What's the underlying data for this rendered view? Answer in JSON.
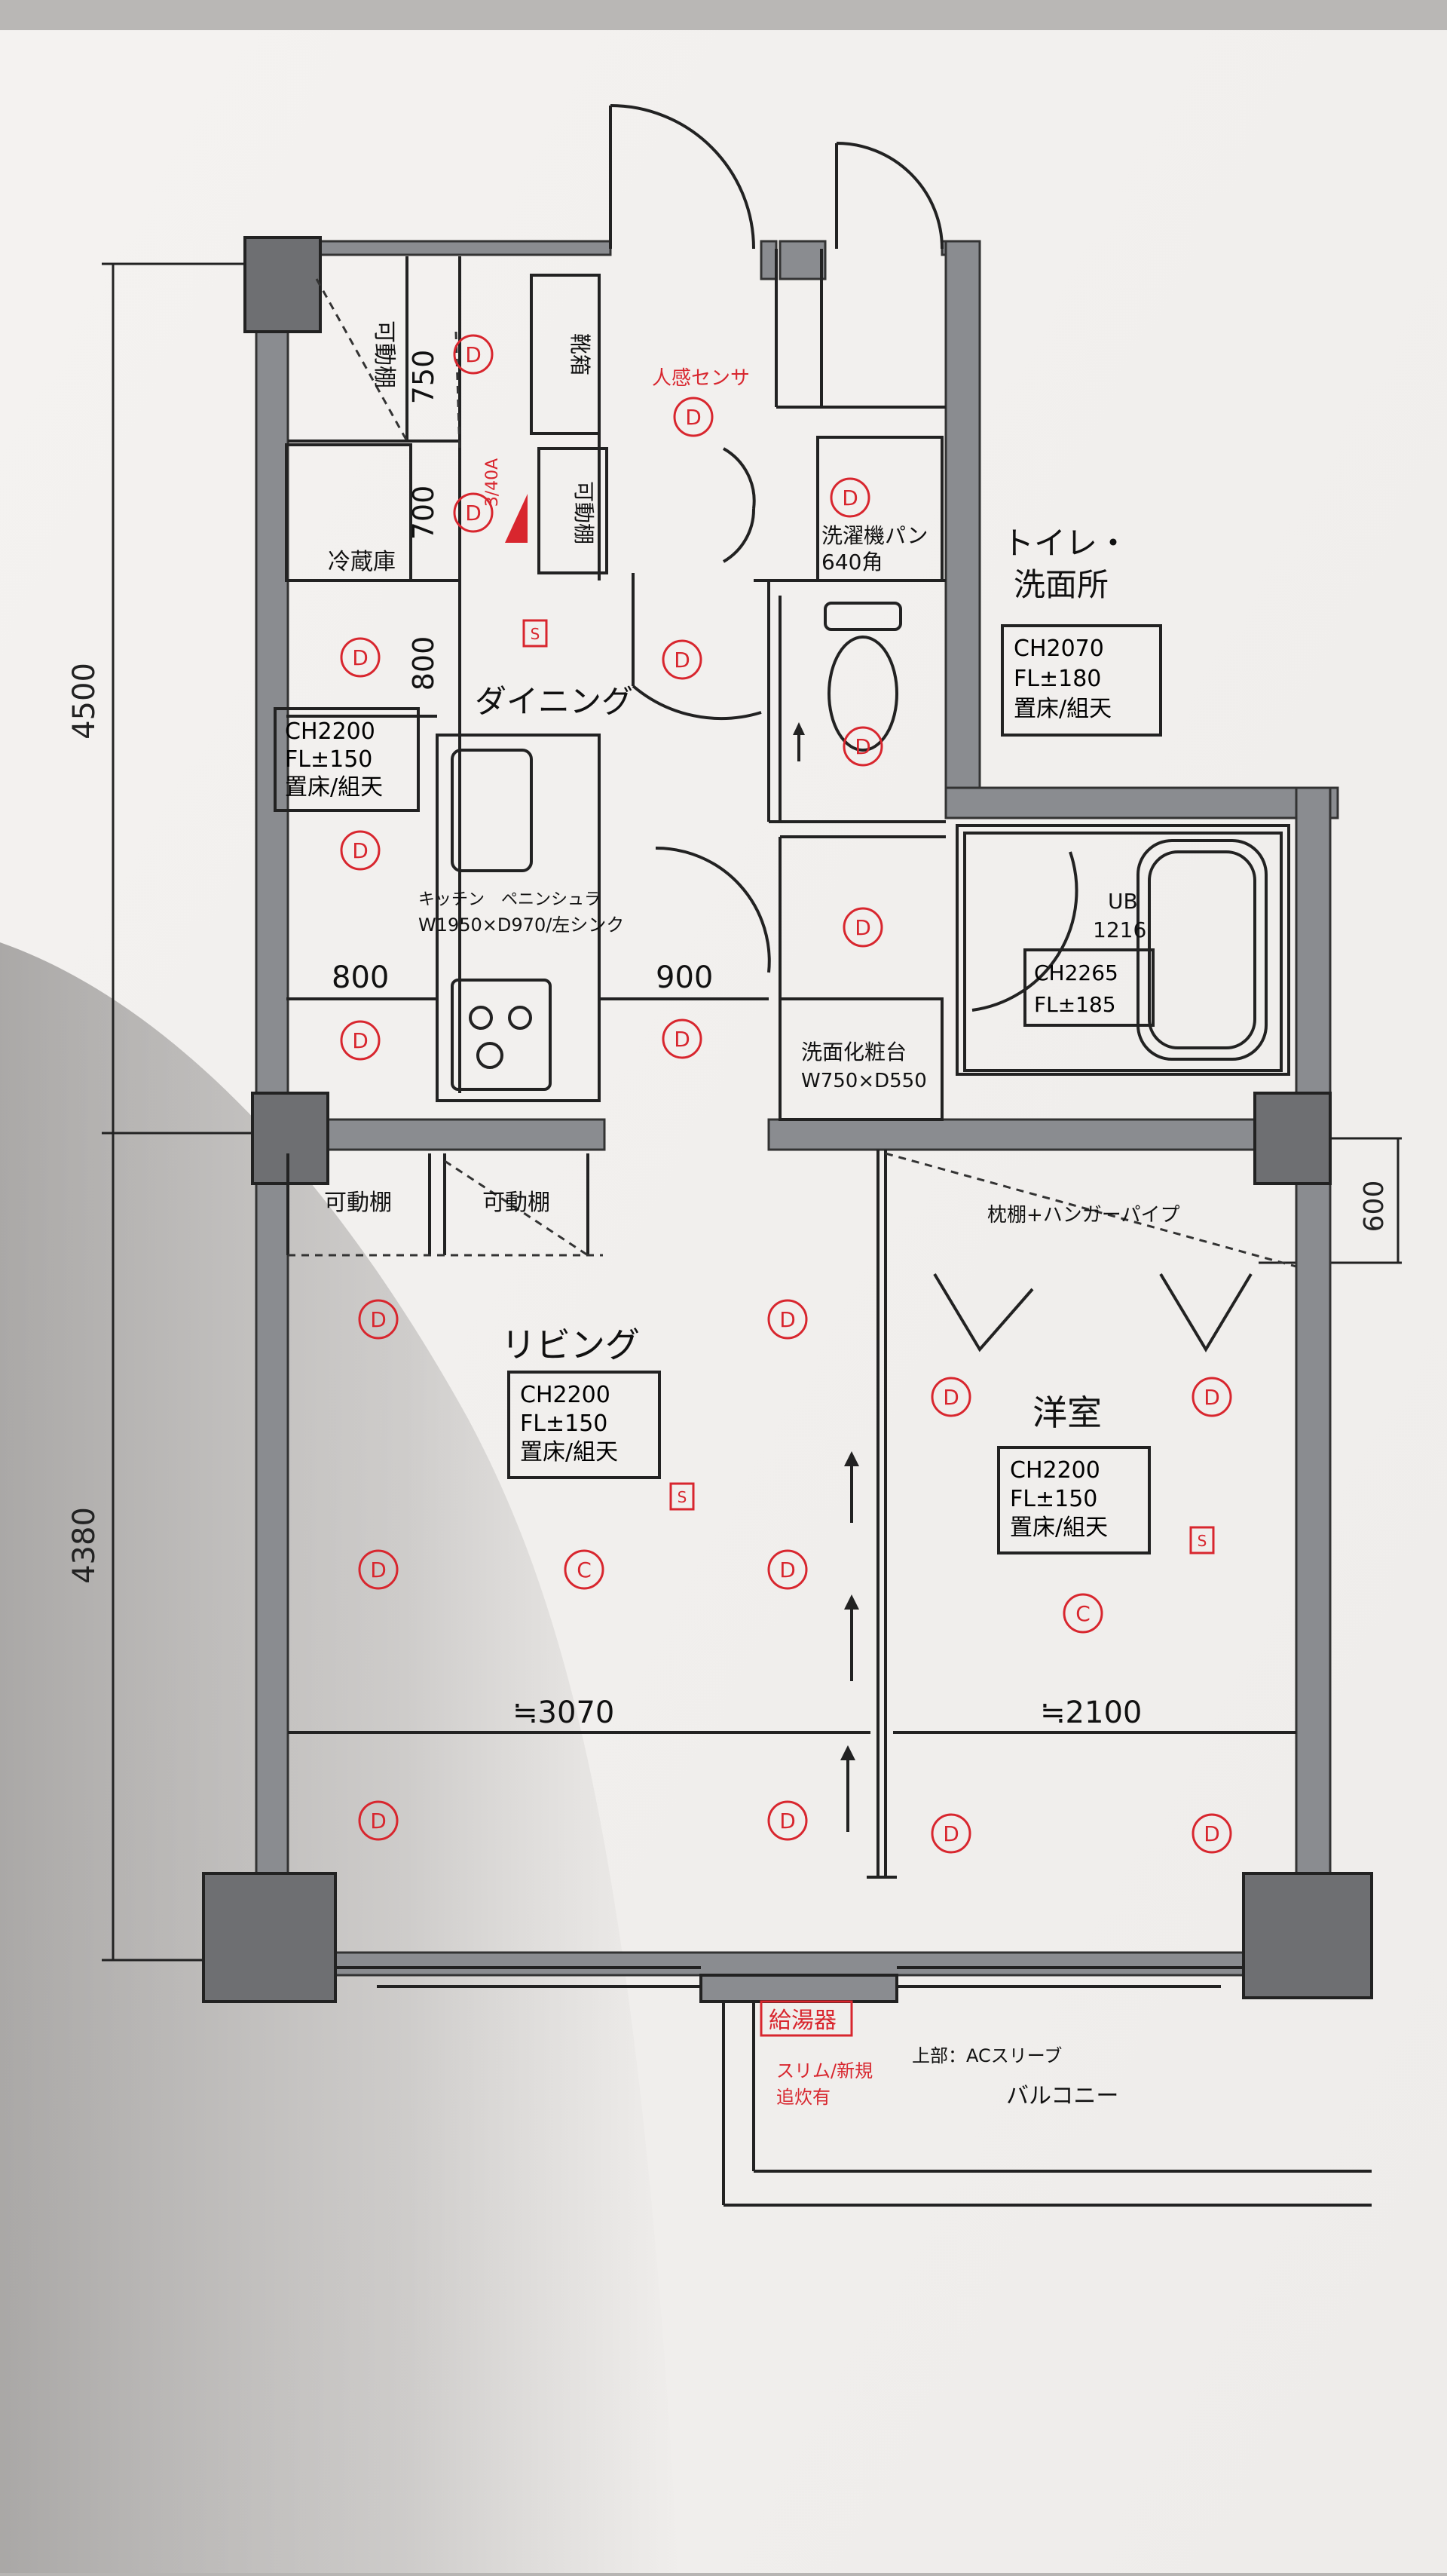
{
  "dimensions": {
    "total_height": "4500",
    "lower_height": "4380",
    "closet_750": "750",
    "shelf_700": "700",
    "fridge_800": "800",
    "dining_w_800": "800",
    "dining_w_900": "900",
    "bedroom_shelf_600": "600",
    "living_width": "≒3070",
    "bedroom_width": "≒2100"
  },
  "rooms": {
    "dining": {
      "name": "ダイニング",
      "spec": [
        "CH2200",
        "FL±150",
        "置床/組天"
      ]
    },
    "living": {
      "name": "リビング",
      "spec": [
        "CH2200",
        "FL±150",
        "置床/組天"
      ]
    },
    "bedroom": {
      "name": "洋室",
      "spec": [
        "CH2200",
        "FL±150",
        "置床/組天"
      ]
    },
    "toilet": {
      "name_line1": "トイレ・",
      "name_line2": "洗面所",
      "spec": [
        "CH2070",
        "FL±180",
        "置床/組天"
      ]
    },
    "bath": {
      "name": "UB",
      "size": "1216",
      "spec": [
        "CH2265",
        "FL±185"
      ]
    }
  },
  "labels": {
    "movable_shelf_top": "可動棚",
    "movable_shelf_2": "可動棚",
    "movable_shelf_3": "可動棚",
    "movable_shelf_4": "可動棚",
    "shoe_box": "靴箱",
    "sensor": "人感センサ",
    "breaker": "3/40A",
    "fridge": "冷蔵庫",
    "washer_line1": "洗濯機パン",
    "washer_line2": "640角",
    "kitchen_line1": "キッチン　ペニンシュラ",
    "kitchen_line2": "W1950×D970/左シンク",
    "vanity_line1": "洗面化粧台",
    "vanity_line2": "W750×D550",
    "closet_rod": "枕棚+ハンガーパイプ",
    "water_heater": "給湯器",
    "heater_line1": "スリム/新規",
    "heater_line2": "追炊有",
    "ac_sleeve": "上部：ACスリーブ",
    "balcony": "バルコニー"
  },
  "symbols": {
    "downlight": "D",
    "ceiling_light": "C",
    "switch": "S"
  },
  "colors": {
    "wall": "#8a8c90",
    "line": "#222222",
    "red": "#d8262e",
    "paper": "#f2f0ee",
    "shadow": "#b7b5b3"
  }
}
